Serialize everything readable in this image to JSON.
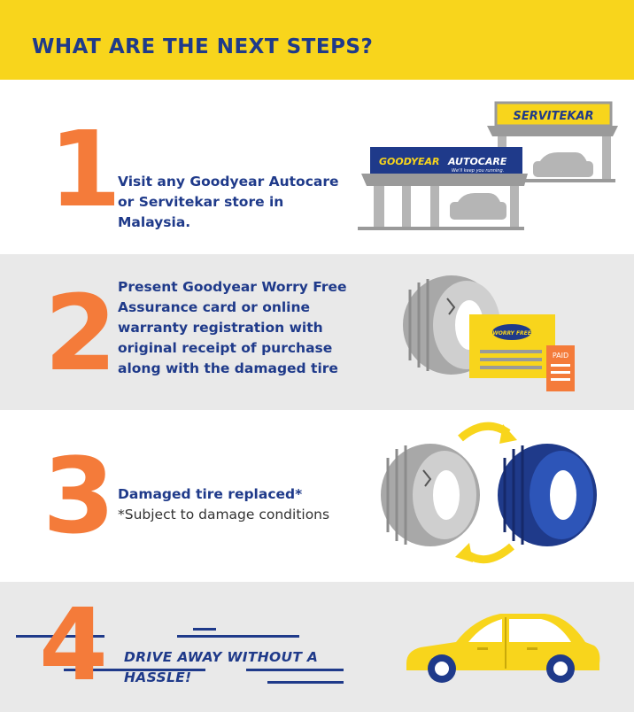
{
  "header": {
    "title": "WHAT ARE THE NEXT STEPS?"
  },
  "steps": [
    {
      "number": "1",
      "text": "Visit any Goodyear Autocare or Servitekar store in Malaysia."
    },
    {
      "number": "2",
      "text": "Present Goodyear Worry Free Assurance card or online warranty registration with original receipt of purchase along with the damaged tire"
    },
    {
      "number": "3",
      "text": "Damaged tire replaced*",
      "subtext": "*Subject to damage conditions"
    },
    {
      "number": "4",
      "text": "DRIVE AWAY WITHOUT A HASSLE!"
    }
  ],
  "illustrations": {
    "store1_sign": "SERVITEKAR",
    "store2_sign_goodyear": "GOODYEAR",
    "store2_sign_autocare": "AUTOCARE",
    "store2_tagline": "We'll keep you running.",
    "card_logo": "WORRY FREE",
    "receipt_label": "PAID"
  },
  "colors": {
    "accent_yellow": "#f8d51c",
    "navy": "#1f3a8a",
    "orange": "#f47b3a",
    "grey_band": "#e9e9e9"
  }
}
